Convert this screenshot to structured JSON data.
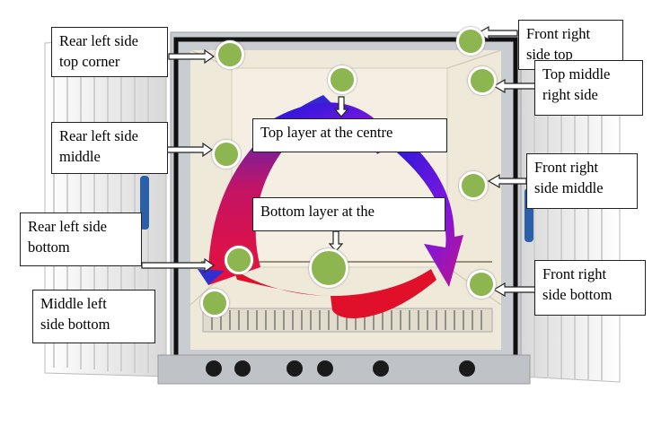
{
  "labels": {
    "rear_left_top": "Rear left side\ntop corner",
    "front_right_top": "Front right\nside top",
    "top_middle_right": "Top middle\nright side",
    "rear_left_middle": "Rear left side\nmiddle",
    "top_center": "Top layer at the centre",
    "front_right_middle": "Front right\nside middle",
    "rear_left_bottom": "Rear left side\nbottom",
    "bottom_center": "Bottom layer at the",
    "front_right_bottom": "Front right\nside bottom",
    "middle_left_bottom": "Middle left\nside bottom"
  },
  "colors": {
    "sensor_dot": "#8db550",
    "airflow_red": "#e0102a",
    "airflow_blue": "#2a2ad8",
    "airflow_purple": "#8a1ae0",
    "chamber": "#efe9da",
    "frame": "#c9ccd0",
    "door": "#f2f2f2"
  }
}
